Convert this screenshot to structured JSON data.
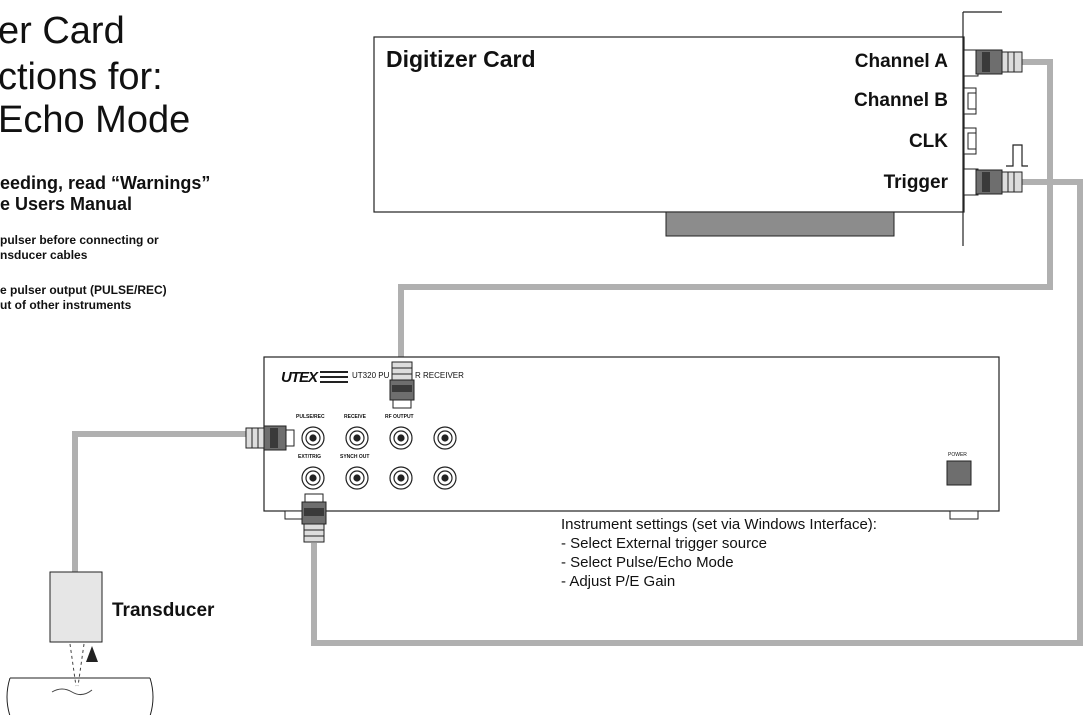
{
  "title": {
    "line1": "er Card",
    "line2": "ctions for:",
    "line3": "Echo Mode"
  },
  "warnings": {
    "line1": "eeding, read “Warnings”",
    "line2": "e Users Manual"
  },
  "notes": {
    "note1_line1": "pulser before connecting or",
    "note1_line2": "nsducer cables",
    "note2_line1": "e pulser output (PULSE/REC)",
    "note2_line2": "ut of other instruments"
  },
  "digitizer": {
    "title": "Digitizer Card",
    "ports": [
      "Channel A",
      "Channel B",
      "CLK",
      "Trigger"
    ]
  },
  "pulser": {
    "brand": "UTEX",
    "model": "UT320 PU",
    "model_tail": "R RECEIVER",
    "connectors_top": [
      "PULSE/REC",
      "RECEIVE",
      "RF OUTPUT"
    ],
    "connectors_bottom": [
      "EXT/TRIG",
      "SYNCH OUT"
    ],
    "power": "POWER"
  },
  "settings": {
    "heading": "Instrument settings (set via Windows Interface):",
    "items": [
      "- Select External trigger source",
      "- Select Pulse/Echo Mode",
      "- Adjust P/E Gain"
    ]
  },
  "transducer": {
    "label": "Transducer"
  },
  "colors": {
    "cable": "#b0b0b0",
    "connector": "#6e6e6e",
    "bar": "#8c8c8c"
  },
  "icons": [
    "bnc-connector-icon",
    "trigger-pulse-icon",
    "beam-arrow-icon"
  ]
}
